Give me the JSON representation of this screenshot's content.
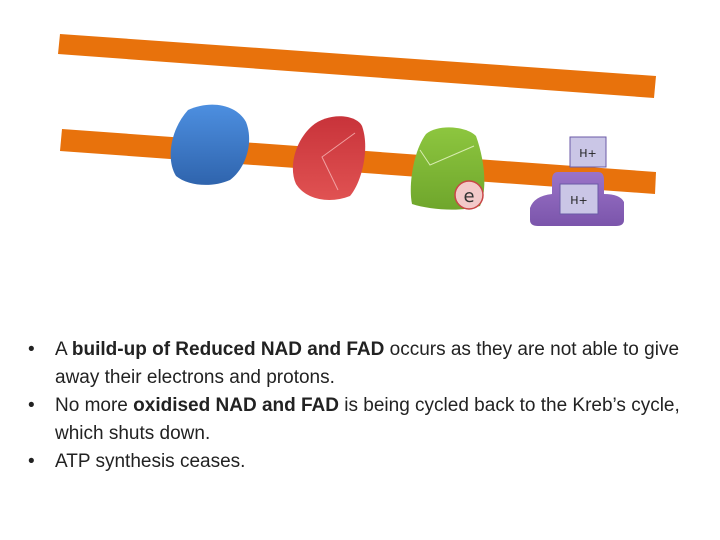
{
  "diagram": {
    "labels": {
      "electron": "e",
      "proton_top": "H+",
      "proton_bottom": "H+"
    },
    "colors": {
      "membrane": "#e86f0c",
      "protein_blue": "#3a79c9",
      "protein_red": "#cf3f3f",
      "protein_green": "#8cc43f",
      "atp_synthase": "#8a63b8",
      "proton_box": "#c9c6e6"
    }
  },
  "bullets": [
    {
      "marker": "•",
      "pre": "A ",
      "bold": "build-up of Reduced NAD and FAD",
      "post": " occurs as they are not able to give away their electrons and protons."
    },
    {
      "marker": "•",
      "pre": "No more ",
      "bold": "oxidised NAD and FAD",
      "post": " is being cycled back to the Kreb’s cycle, which shuts down."
    },
    {
      "marker": "•",
      "pre": "ATP synthesis ceases.",
      "bold": "",
      "post": ""
    }
  ]
}
